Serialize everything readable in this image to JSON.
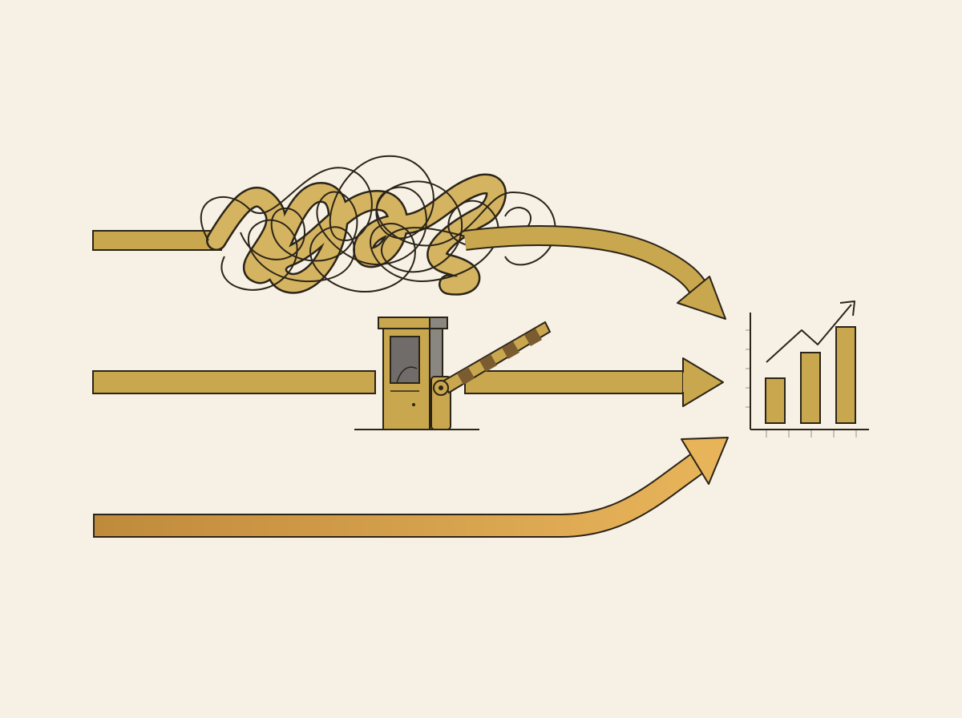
{
  "colors": {
    "background": "#f7f1e5",
    "gold": "#c9a74e",
    "gold_light": "#d8b864",
    "gold_dark": "#b8953c",
    "outline": "#2b2418",
    "booth_grey": "#8a8680",
    "booth_window": "#6f6c6a",
    "grad_start": "#c08a3c",
    "grad_end": "#e8b45a"
  },
  "paths": [
    {
      "id": "tangled",
      "description_icon": "tangled-knot-icon"
    },
    {
      "id": "gated",
      "description_icon": "toll-gate-icon"
    },
    {
      "id": "direct",
      "description_icon": "curved-arrow-icon"
    }
  ],
  "goal": {
    "icon": "growth-chart-icon",
    "bar_levels": [
      0.35,
      0.55,
      0.75
    ]
  }
}
